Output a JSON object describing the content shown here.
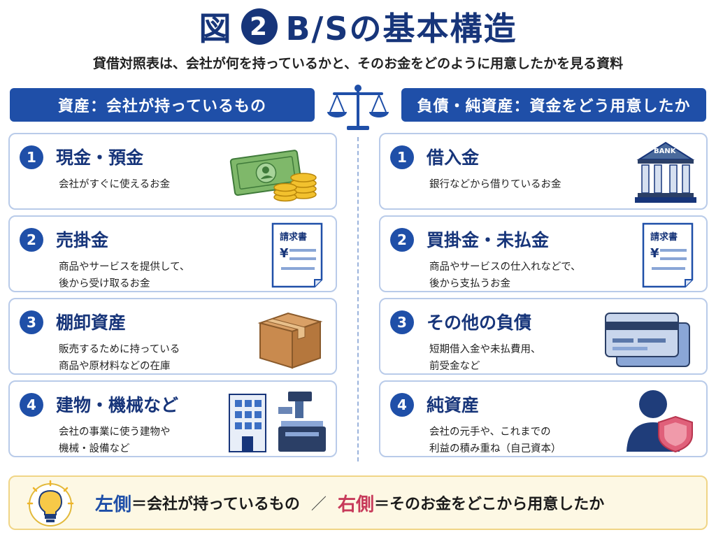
{
  "title": {
    "prefix": "図",
    "number": "2",
    "main": "B/Sの基本構造"
  },
  "subtitle": "貸借対照表は、会社が何を持っているかと、そのお金をどのように用意したかを見る資料",
  "left_header": "資産：会社が持っているもの",
  "right_header": "負債・純資産：資金をどう用意したか",
  "left_items": [
    {
      "num": "1",
      "title": "現金・預金",
      "desc": "会社がすぐに使えるお金",
      "icon": "cash-coins-icon"
    },
    {
      "num": "2",
      "title": "売掛金",
      "desc": "商品やサービスを提供して、\n後から受け取るお金",
      "icon": "invoice-icon"
    },
    {
      "num": "3",
      "title": "棚卸資産",
      "desc": "販売するために持っている\n商品や原材料などの在庫",
      "icon": "cardboard-box-icon"
    },
    {
      "num": "4",
      "title": "建物・機械など",
      "desc": "会社の事業に使う建物や\n機械・設備など",
      "icon": "building-machine-icon"
    }
  ],
  "right_items": [
    {
      "num": "1",
      "title": "借入金",
      "desc": "銀行などから借りているお金",
      "icon": "bank-icon"
    },
    {
      "num": "2",
      "title": "買掛金・未払金",
      "desc": "商品やサービスの仕入れなどで、\n後から支払うお金",
      "icon": "invoice-icon"
    },
    {
      "num": "3",
      "title": "その他の負債",
      "desc": "短期借入金や未払費用、\n前受金など",
      "icon": "credit-card-icon"
    },
    {
      "num": "4",
      "title": "純資産",
      "desc": "会社の元手や、これまでの\n利益の積み重ね（自己資本）",
      "icon": "person-shield-icon"
    }
  ],
  "illustration_text": {
    "invoice": "請求書",
    "yen": "¥",
    "bank": "BANK"
  },
  "footer": {
    "left_key": "左側",
    "left_text": "＝会社が持っているもの",
    "separator": "／",
    "right_key": "右側",
    "right_text": "＝そのお金をどこから用意したか"
  },
  "colors": {
    "navy": "#17357a",
    "blue": "#1f4fa8",
    "pink": "#c73a5a",
    "card_border": "#b9cbe9",
    "footer_bg": "#fdf8e4"
  }
}
